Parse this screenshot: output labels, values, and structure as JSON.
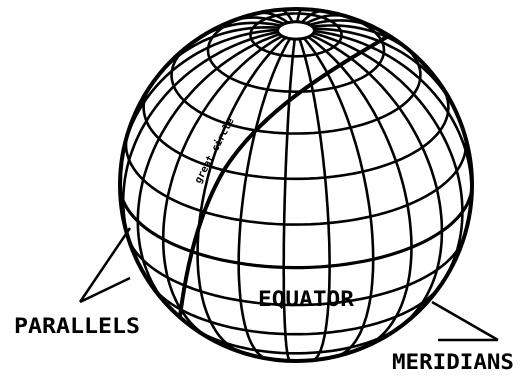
{
  "labels": {
    "parallels": "PARALLELS",
    "equator": "EQUATOR",
    "meridians": "MERIDIANS",
    "great_circle": "great circle"
  },
  "colors": {
    "ink": "#000000",
    "paper": "#ffffff"
  }
}
